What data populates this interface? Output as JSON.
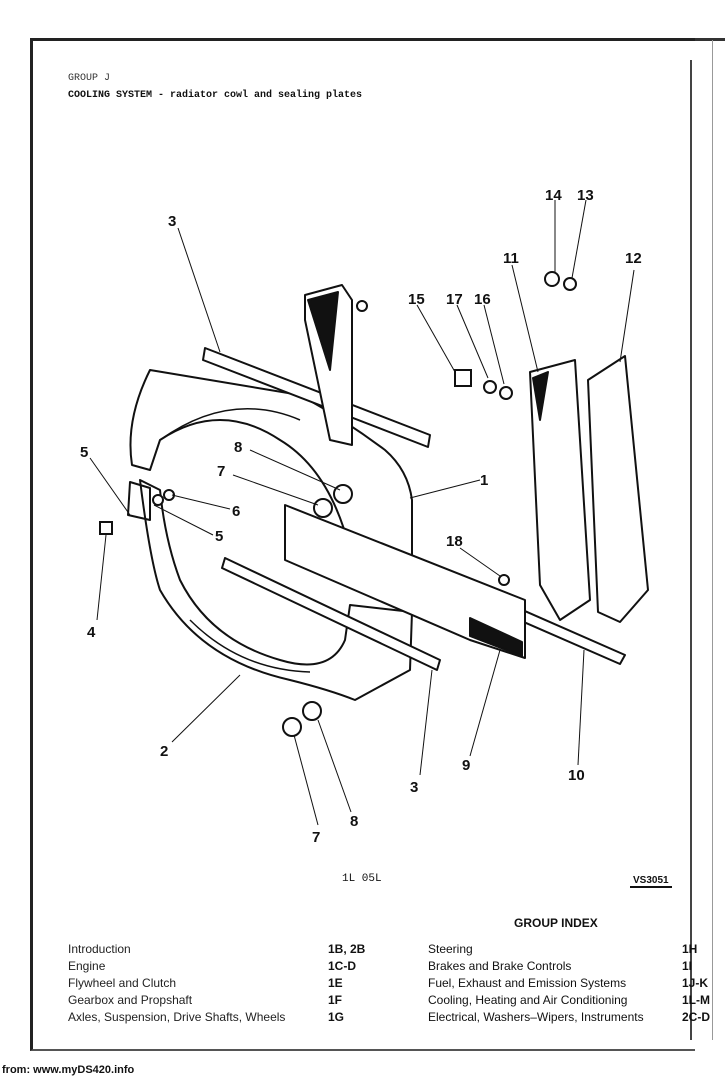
{
  "header": {
    "group": "GROUP J",
    "title": "COOLING SYSTEM - radiator cowl and sealing plates"
  },
  "callouts": [
    "3",
    "14",
    "13",
    "11",
    "12",
    "15",
    "17",
    "16",
    "5",
    "8",
    "7",
    "6",
    "5",
    "1",
    "18",
    "4",
    "2",
    "3",
    "9",
    "10",
    "8",
    "7"
  ],
  "figure": {
    "code": "1L 05L",
    "ref": "VS3051"
  },
  "group_index": {
    "title": "GROUP INDEX",
    "left": [
      {
        "label": "Introduction",
        "code": "1B, 2B"
      },
      {
        "label": "Engine",
        "code": "1C-D"
      },
      {
        "label": "Flywheel and Clutch",
        "code": "1E"
      },
      {
        "label": "Gearbox and Propshaft",
        "code": "1F"
      },
      {
        "label": "Axles, Suspension, Drive Shafts, Wheels",
        "code": "1G"
      }
    ],
    "right": [
      {
        "label": "Steering",
        "code": "1H"
      },
      {
        "label": "Brakes and Brake Controls",
        "code": "1I"
      },
      {
        "label": "Fuel, Exhaust and Emission Systems",
        "code": "1J-K"
      },
      {
        "label": "Cooling, Heating and Air Conditioning",
        "code": "1L-M"
      },
      {
        "label": "Electrical, Washers–Wipers, Instruments",
        "code": "2C-D"
      }
    ]
  },
  "footer": "from: www.myDS420.info"
}
